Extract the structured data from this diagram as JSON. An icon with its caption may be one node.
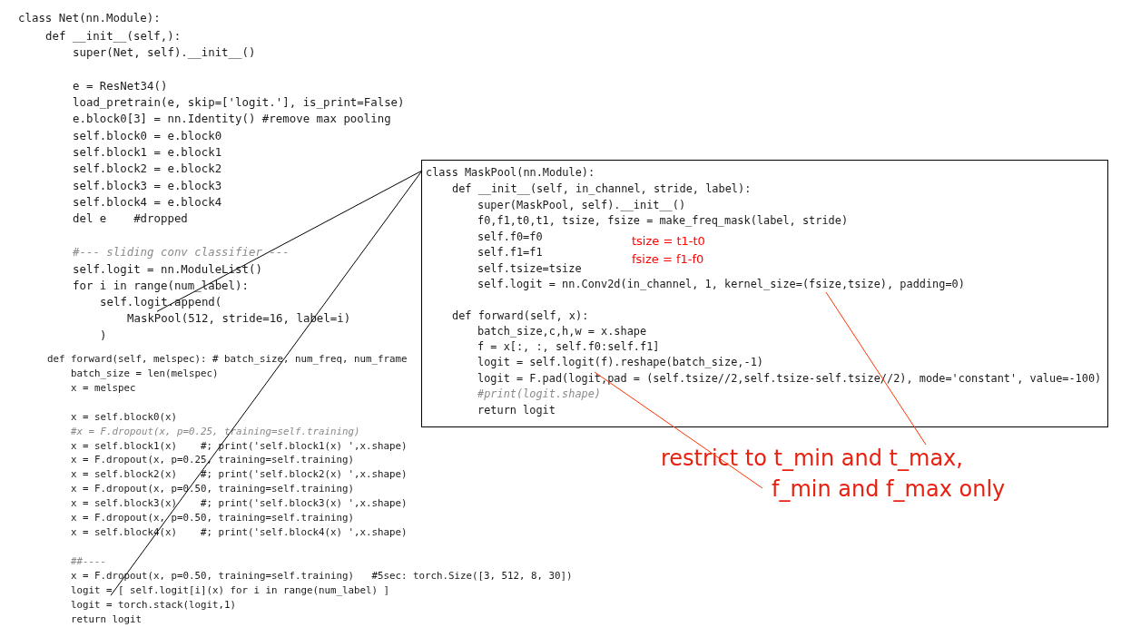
{
  "diagram": {
    "nodes": [
      {
        "text": [
          "class MaskPool(nn.Module):",
          "def __init__(self, in_channel, stride, label):",
          "super(MaskPool, self).__init__()",
          "f0,f1,t0,t1, tsize, fsize = make_freq_mask(label, stride)",
          "self.f0=f0",
          "self.f1=f1",
          "self.tsize=tsize",
          "self.logit = nn.Conv2d(in_channel, 1, kernel_size=(fsize,tsize), padding=0)",
          "def forward(self, x):",
          "batch_size,c,h,w = x.shape",
          "f = x[:, :, self.f0:self.f1]",
          "logit = self.logit(f).reshape(batch_size,-1)",
          "logit = F.pad(logit,pad = (self.tsize//2,self.tsize-self.tsize//2), mode='constant', value=-100)",
          "#print(logit.shape)",
          "return logit"
        ]
      },
      {
        "text": [
          "MaskPool(512, stride=16, label=i)"
        ]
      },
      {
        "text": [
          "logit = [ self.logit[i](x) for i in range(num_label) ]"
        ]
      },
      {
        "text": [
          "restrict to t_min and t_max, f_min and f_max only"
        ]
      }
    ],
    "edges": [
      {
        "from": 0,
        "to": 1,
        "arrow": "none"
      },
      {
        "from": 0,
        "to": 2,
        "arrow": "none"
      },
      {
        "from": 3,
        "to": 0,
        "arrow": "none",
        "color": "#ff3300"
      },
      {
        "from": 3,
        "to": 0,
        "arrow": "none",
        "color": "#ff3300"
      }
    ],
    "labels": [
      "class Net(nn.Module):",
      "def __init__(self,):",
      "super(Net, self).__init__()",
      "e = ResNet34()",
      "load_pretrain(e, skip=['logit.'], is_print=False)",
      "e.block0[3] = nn.Identity() #remove max pooling",
      "self.block0 = e.block0",
      "self.block1 = e.block1",
      "self.block2 = e.block2",
      "self.block3 = e.block3",
      "self.block4 = e.block4",
      "del e    #dropped",
      "#--- sliding conv classifier ---",
      "self.logit = nn.ModuleList()",
      "for i in range(num_label):",
      "self.logit.append(",
      ")",
      "def forward(self, melspec): # batch_size, num_freq, num_frame",
      "batch_size = len(melspec)",
      "x = melspec",
      "x = self.block0(x)",
      "#x = F.dropout(x, p=0.25, training=self.training)",
      "x = self.block1(x)    #; print('self.block1(x) ',x.shape)",
      "x = F.dropout(x, p=0.25, training=self.training)",
      "x = self.block2(x)    #; print('self.block2(x) ',x.shape)",
      "x = F.dropout(x, p=0.50, training=self.training)",
      "x = self.block3(x)    #; print('self.block3(x) ',x.shape)",
      "x = F.dropout(x, p=0.50, training=self.training)",
      "x = self.block4(x)    #; print('self.block4(x) ',x.shape)",
      "##----",
      "x = F.dropout(x, p=0.50, training=self.training)   #5sec: torch.Size([3, 512, 8, 30])",
      "logit = torch.stack(logit,1)",
      "return logit",
      "tsize = t1-t0",
      "fsize = f1-f0"
    ]
  }
}
